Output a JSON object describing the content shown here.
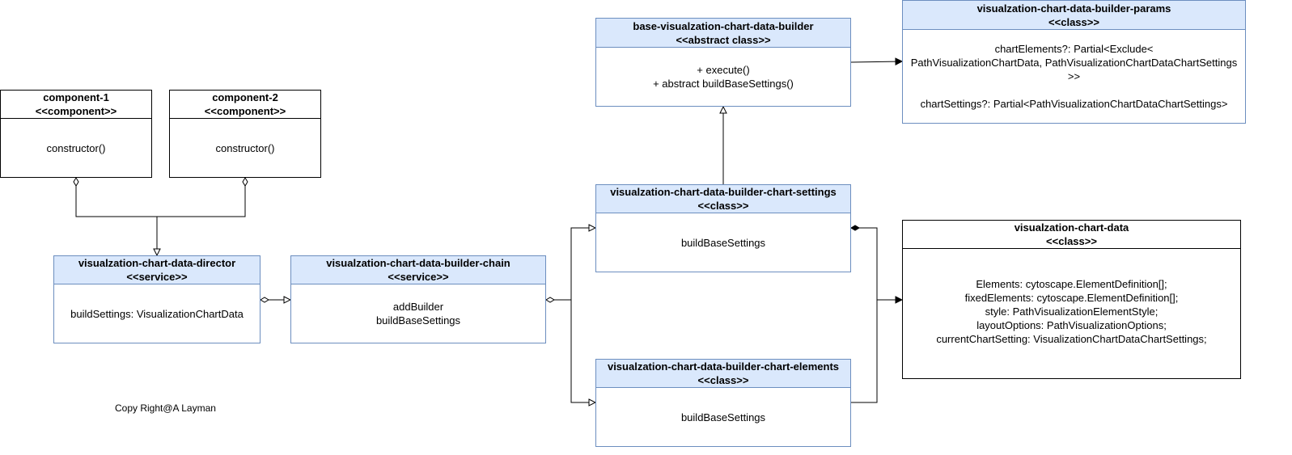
{
  "nodes": {
    "component1": {
      "title": "component-1",
      "stereotype": "<<component>>",
      "members": [
        "constructor()"
      ]
    },
    "component2": {
      "title": "component-2",
      "stereotype": "<<component>>",
      "members": [
        "constructor()"
      ]
    },
    "director": {
      "title": "visualzation-chart-data-director",
      "stereotype": "<<service>>",
      "members": [
        "buildSettings: VisualizationChartData"
      ]
    },
    "chain": {
      "title": "visualzation-chart-data-builder-chain",
      "stereotype": "<<service>>",
      "members": [
        "addBuilder",
        "buildBaseSettings"
      ]
    },
    "base": {
      "title": "base-visualzation-chart-data-builder",
      "stereotype": "<<abstract class>>",
      "members": [
        "+ execute()",
        "+ abstract buildBaseSettings()"
      ]
    },
    "params": {
      "title": "visualzation-chart-data-builder-params",
      "stereotype": "<<class>>",
      "members": [
        "chartElements?: Partial<Exclude<",
        "PathVisualizationChartData, PathVisualizationChartDataChartSettings",
        ">>",
        "",
        "chartSettings?: Partial<PathVisualizationChartDataChartSettings>"
      ]
    },
    "settings": {
      "title": "visualzation-chart-data-builder-chart-settings",
      "stereotype": "<<class>>",
      "members": [
        "buildBaseSettings"
      ]
    },
    "elements": {
      "title": "visualzation-chart-data-builder-chart-elements",
      "stereotype": "<<class>>",
      "members": [
        "buildBaseSettings"
      ]
    },
    "chartdata": {
      "title": "visualzation-chart-data",
      "stereotype": "<<class>>",
      "members": [
        "Elements: cytoscape.ElementDefinition[];",
        "fixedElements: cytoscape.ElementDefinition[];",
        "style: PathVisualizationElementStyle;",
        "layoutOptions: PathVisualizationOptions;",
        "currentChartSetting: VisualizationChartDataChartSettings;"
      ]
    }
  },
  "edges": [
    {
      "from": "component1",
      "to": "director",
      "type": "aggregation"
    },
    {
      "from": "component2",
      "to": "director",
      "type": "aggregation"
    },
    {
      "from": "director",
      "to": "chain",
      "type": "aggregation"
    },
    {
      "from": "chain",
      "to": "settings",
      "type": "aggregation"
    },
    {
      "from": "chain",
      "to": "elements",
      "type": "aggregation"
    },
    {
      "from": "settings",
      "to": "base",
      "type": "inheritance"
    },
    {
      "from": "base",
      "to": "params",
      "type": "dependency"
    },
    {
      "from": "settings",
      "to": "chartdata",
      "type": "composition"
    },
    {
      "from": "elements",
      "to": "chartdata",
      "type": "composition"
    }
  ],
  "footer": {
    "copyright": "Copy Right@A Layman"
  },
  "colors": {
    "header_fill": "#dae8fc",
    "header_stroke": "#6c8ebf",
    "line": "#000000"
  }
}
